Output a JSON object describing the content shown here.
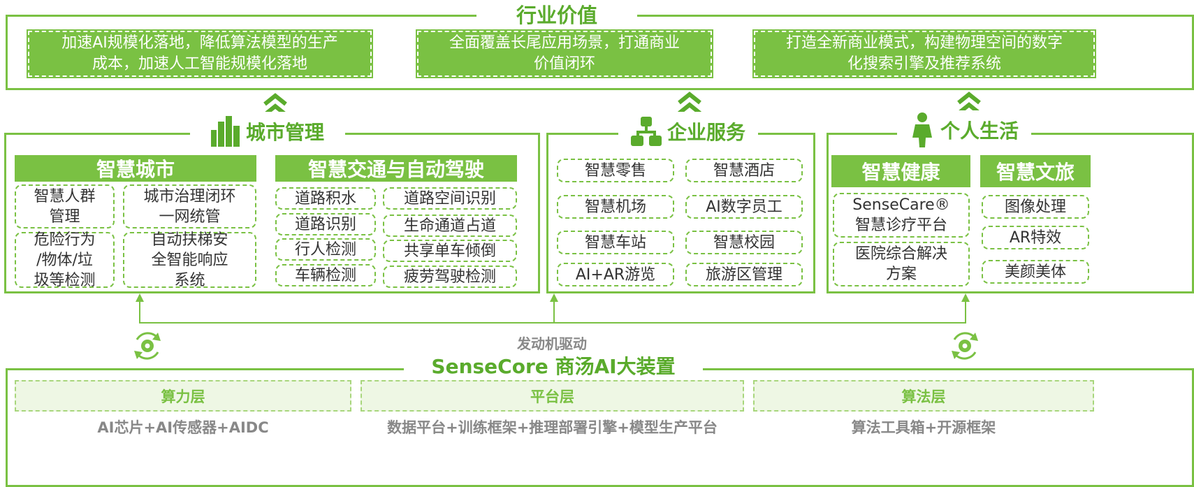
{
  "value_section": {
    "title": "行业价值",
    "boxes": [
      {
        "line1": "加速AI规模化落地，降低算法模型的生产",
        "line2": "成本，加速人工智能规模化落地"
      },
      {
        "line1": "全面覆盖长尾应用场景，打通商业",
        "line2": "价值闭环"
      },
      {
        "line1": "打造全新商业模式，构建物理空间的数字",
        "line2": "化搜索引擎及推荐系统"
      }
    ]
  },
  "city": {
    "title": "城市管理",
    "icon": "city-buildings-icon",
    "smart_city": {
      "header": "智慧城市",
      "items": [
        {
          "line1": "智慧人群",
          "line2": "管理"
        },
        {
          "line1": "城市治理闭环",
          "line2": "一网统管"
        },
        {
          "line1": "危险行为",
          "line2": "/物体/垃",
          "line3": "圾等检测"
        },
        {
          "line1": "自动扶梯安",
          "line2": "全智能响应",
          "line3": "系统"
        }
      ]
    },
    "traffic": {
      "header": "智慧交通与自动驾驶",
      "left": [
        "道路积水",
        "道路识别",
        "行人检测",
        "车辆检测"
      ],
      "right": [
        "道路空间识别",
        "生命通道占道",
        "共享单车倾倒",
        "疲劳驾驶检测"
      ]
    }
  },
  "enterprise": {
    "title": "企业服务",
    "icon": "org-chart-icon",
    "items": [
      "智慧零售",
      "智慧酒店",
      "智慧机场",
      "AI数字员工",
      "智慧车站",
      "智慧校园",
      "AI+AR游览",
      "旅游区管理"
    ]
  },
  "personal": {
    "title": "个人生活",
    "icon": "person-icon",
    "health": {
      "header": "智慧健康",
      "items": [
        {
          "line1": "SenseCare®",
          "line2": "智慧诊疗平台"
        },
        {
          "line1": "医院综合解决",
          "line2": "方案"
        }
      ]
    },
    "travel": {
      "header": "智慧文旅",
      "items": [
        "图像处理",
        "AR特效",
        "美颜美体"
      ]
    }
  },
  "engine_label": "发动机驱动",
  "core": {
    "title": "SenseCore 商汤AI大装置",
    "layers": [
      {
        "name": "算力层",
        "desc": "AI芯片+AI传感器+AIDC"
      },
      {
        "name": "平台层",
        "desc": "数据平台+训练框架+推理部署引擎+模型生产平台"
      },
      {
        "name": "算法层",
        "desc": "算法工具箱+开源框架"
      }
    ]
  },
  "colors": {
    "green": "#7ac143",
    "dark_green": "#5aab2c",
    "light_green": "#eef7e4",
    "gray": "#888888"
  }
}
